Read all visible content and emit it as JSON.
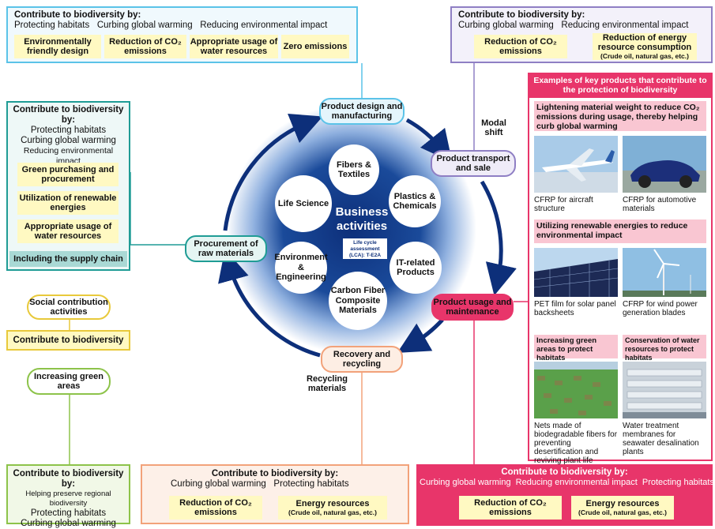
{
  "colors": {
    "blue": "#5bc3e8",
    "purple": "#8f7fc4",
    "teal": "#1f9c95",
    "pink": "#e8356a",
    "peach": "#f2a27a",
    "green": "#8dc34a",
    "yellow": "#fff9c2",
    "gold": "#e8c93b",
    "navy": "#0d2f7a"
  },
  "top_left": {
    "heading": "Contribute to biodiversity by:",
    "line": "Protecting habitats   Curbing global warming   Reducing environmental impact",
    "items": [
      "Environmentally friendly design",
      "Reduction of CO₂ emissions",
      "Appropriate usage of water resources",
      "Zero emissions"
    ]
  },
  "top_right": {
    "heading": "Contribute to biodiversity by:",
    "line": "Curbing global warming   Reducing environmental impact",
    "item1": "Reduction of CO₂ emissions",
    "item2": "Reduction of energy resource consumption",
    "item2_sub": "(Crude oil, natural gas, etc.)"
  },
  "left_box": {
    "heading": "Contribute to biodiversity by:",
    "lines": [
      "Protecting habitats",
      "Curbing global warming",
      "Reducing environmental impact"
    ],
    "items": [
      "Green purchasing and procurement",
      "Utilization of renewable energies",
      "Appropriate usage of water resources"
    ],
    "footer": "Including the supply chain"
  },
  "social": {
    "pill": "Social contribution activities",
    "box": "Contribute to biodiversity",
    "green_pill": "Increasing green areas"
  },
  "bottom_left": {
    "heading": "Contribute to biodiversity by:",
    "sub": "Helping preserve regional biodiversity",
    "lines": [
      "Protecting habitats",
      "Curbing global warming"
    ]
  },
  "bottom_mid": {
    "heading": "Contribute to biodiversity by:",
    "line": "Curbing global warming   Protecting habitats",
    "item1": "Reduction of CO₂ emissions",
    "item2": "Energy resources",
    "item2_sub": "(Crude oil, natural gas, etc.)"
  },
  "bottom_right": {
    "heading": "Contribute to biodiversity by:",
    "line": "Curbing global warming  Reducing environmental impact  Protecting habitats",
    "item1": "Reduction of CO₂ emissions",
    "item2": "Energy resources",
    "item2_sub": "(Crude oil, natural gas, etc.)"
  },
  "cycle": {
    "design": "Product design and manufacturing",
    "transport": "Product transport and sale",
    "usage": "Product usage and maintenance",
    "recovery": "Recovery and recycling",
    "procurement": "Procurement of raw materials",
    "modal_shift": "Modal shift",
    "recycling_materials": "Recycling materials"
  },
  "center": {
    "title": "Business activities",
    "lca": "Life cycle assessment (LCA): T-E2A",
    "circles": [
      "Fibers & Textiles",
      "Plastics & Chemicals",
      "IT-related Products",
      "Carbon Fiber Composite Materials",
      "Environment & Engineering",
      "Life Science"
    ]
  },
  "examples": {
    "header": "Examples of key products that contribute to the protection of biodiversity",
    "bar1": "Lightening material weight to reduce CO₂ emissions during usage, thereby helping curb global warming",
    "cap1": "CFRP for aircraft structure",
    "cap2": "CFRP for automotive materials",
    "bar2": "Utilizing renewable energies to reduce environmental impact",
    "cap3": "PET film for solar panel backsheets",
    "cap4": "CFRP for wind power generation blades",
    "bar3": "Increasing green areas to protect habitats",
    "bar4": "Conservation of water resources to protect habitats",
    "cap5": "Nets made of biodegradable fibers for preventing desertification and reviving plant life",
    "cap6": "Water treatment membranes for seawater desalination plants"
  }
}
